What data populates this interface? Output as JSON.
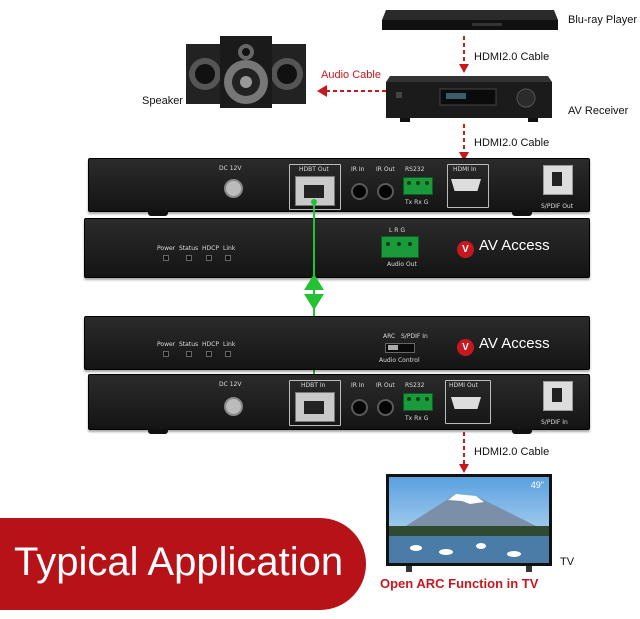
{
  "devices": {
    "bluray": "Blu-ray Player",
    "avr": "AV Receiver",
    "speaker": "Speaker",
    "tv": "TV",
    "tv_size": "49\""
  },
  "cables": {
    "hdmi_1": "HDMI2.0 Cable",
    "hdmi_2": "HDMI2.0 Cable",
    "hdmi_3": "HDMI2.0 Cable",
    "audio": "Audio Cable"
  },
  "brand": "AV Access",
  "tx_rear": {
    "dc": "DC 12V",
    "hdbt": "HDBT Out",
    "ir_in": "IR In",
    "ir_out": "IR Out",
    "rs232": "RS232",
    "txrxg": "Tx Rx G",
    "hdmi": "HDMI In",
    "spdif": "S/PDIF Out"
  },
  "tx_front": {
    "leds": [
      "Power",
      "Status",
      "HDCP",
      "Link"
    ],
    "lrg": "L  R  G",
    "audio_out": "Audio Out"
  },
  "rx_front": {
    "leds": [
      "Power",
      "Status",
      "HDCP",
      "Link"
    ],
    "arc": "ARC",
    "spdif_in": "S/PDIF In",
    "audio_control": "Audio Control"
  },
  "rx_rear": {
    "dc": "DC 12V",
    "hdbt": "HDBT In",
    "ir_in": "IR In",
    "ir_out": "IR Out",
    "rs232": "RS232",
    "txrxg": "Tx Rx G",
    "hdmi": "HDMI Out",
    "spdif": "S/PDIF In"
  },
  "banner": "Typical Application",
  "caption": "Open ARC Function in TV",
  "colors": {
    "accent_red": "#c8181f",
    "link_green": "#22c234",
    "banner_red": "#b81219"
  }
}
